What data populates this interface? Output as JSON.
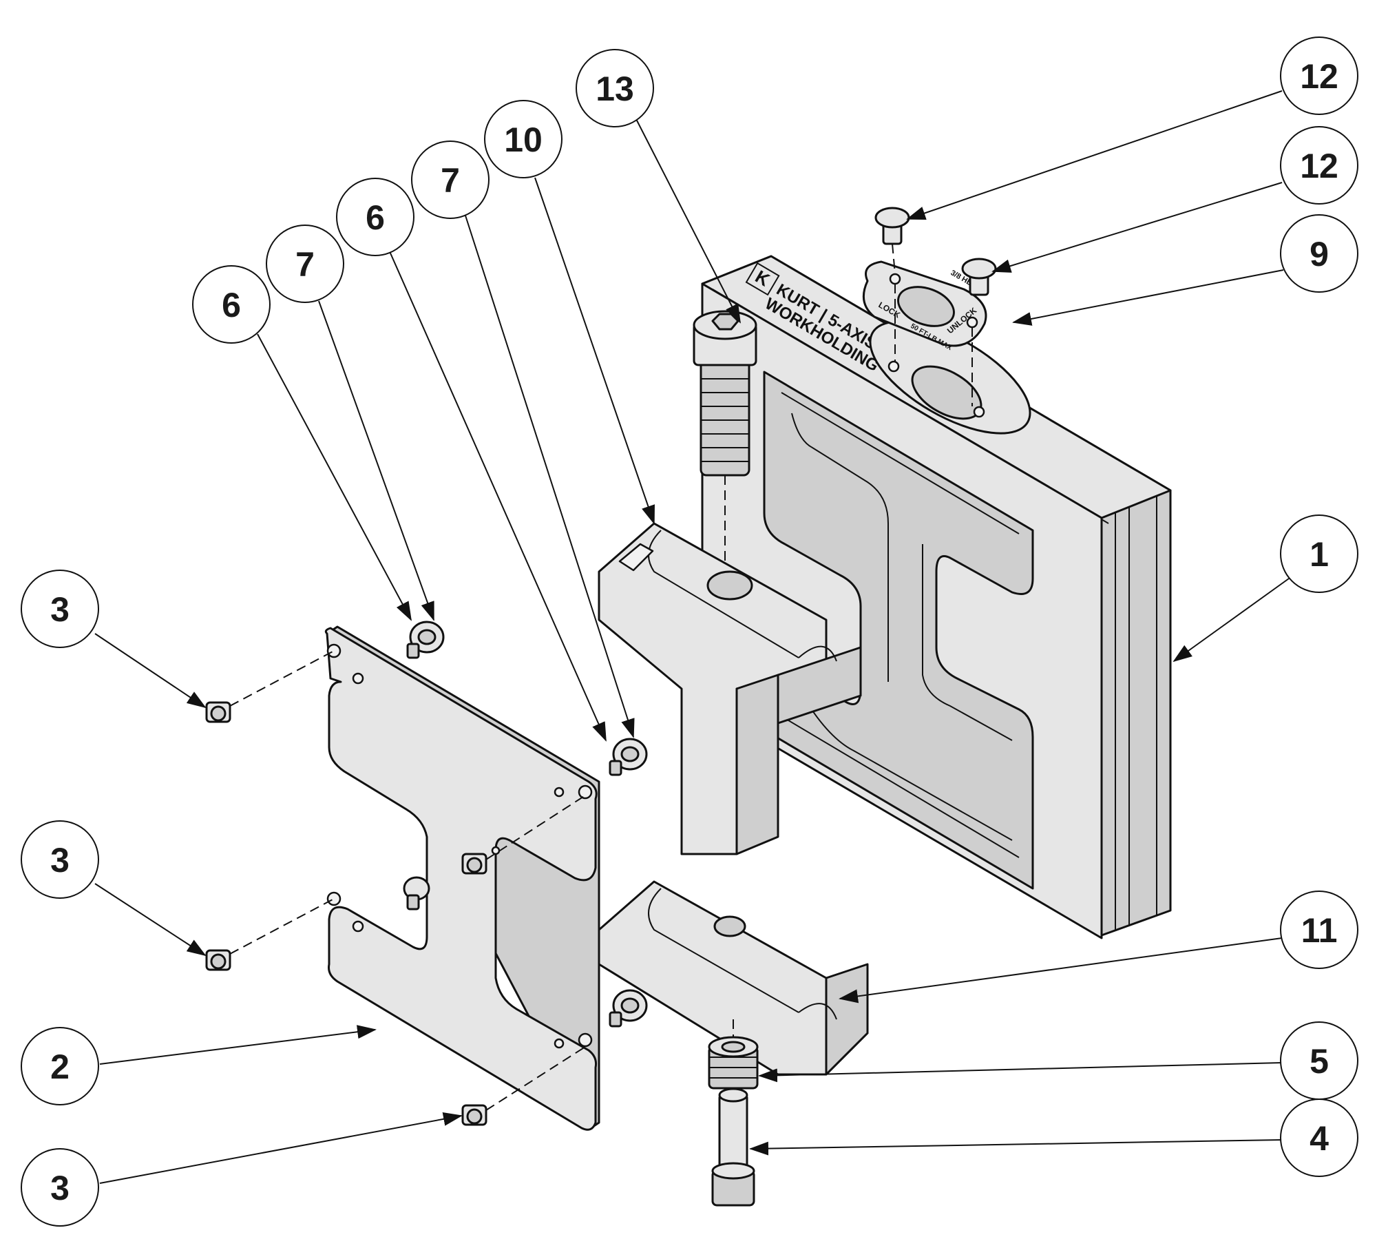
{
  "title": "",
  "colors": {
    "ink": "#111111",
    "part_fill": "#e6e6e6",
    "shade": "#cfcfcf",
    "background": "#ffffff"
  },
  "plate_marking": {
    "logo_glyph": "K",
    "brand_line": "KURT | 5-AXIS",
    "sub_line": "WORKHOLDING"
  },
  "lock_plate_marking": {
    "lock": "LOCK",
    "unlock": "UNLOCK",
    "hex": "3/8 HEX",
    "torque": "50 FT-LB MAX"
  },
  "balloons": [
    {
      "id": "b13",
      "label": "13"
    },
    {
      "id": "b10",
      "label": "10"
    },
    {
      "id": "b7a",
      "label": "7"
    },
    {
      "id": "b6a",
      "label": "6"
    },
    {
      "id": "b7b",
      "label": "7"
    },
    {
      "id": "b6b",
      "label": "6"
    },
    {
      "id": "b12a",
      "label": "12"
    },
    {
      "id": "b12b",
      "label": "12"
    },
    {
      "id": "b9",
      "label": "9"
    },
    {
      "id": "b1",
      "label": "1"
    },
    {
      "id": "b3a",
      "label": "3"
    },
    {
      "id": "b3b",
      "label": "3"
    },
    {
      "id": "b2",
      "label": "2"
    },
    {
      "id": "b3c",
      "label": "3"
    },
    {
      "id": "b11",
      "label": "11"
    },
    {
      "id": "b5",
      "label": "5"
    },
    {
      "id": "b4",
      "label": "4"
    }
  ]
}
